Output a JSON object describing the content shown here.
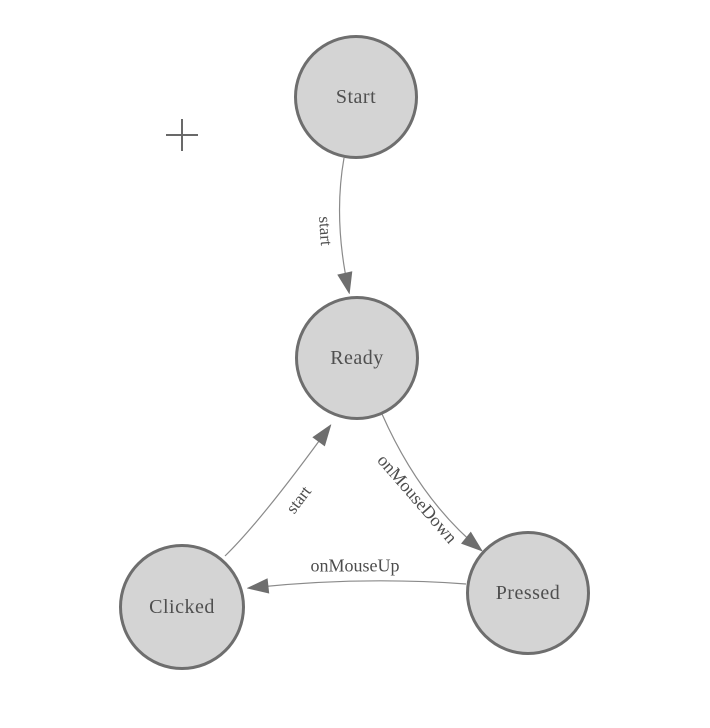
{
  "diagram": {
    "nodes": [
      {
        "id": "start",
        "label": "Start"
      },
      {
        "id": "ready",
        "label": "Ready"
      },
      {
        "id": "clicked",
        "label": "Clicked"
      },
      {
        "id": "pressed",
        "label": "Pressed"
      }
    ],
    "edges": [
      {
        "from": "Start",
        "to": "Ready",
        "label": "start"
      },
      {
        "from": "Clicked",
        "to": "Ready",
        "label": "start"
      },
      {
        "from": "Ready",
        "to": "Pressed",
        "label": "onMouseDown"
      },
      {
        "from": "Pressed",
        "to": "Clicked",
        "label": "onMouseUp"
      }
    ],
    "colors": {
      "background": "#ffffff",
      "node_fill": "#d4d4d4",
      "node_border": "#6e6e6e",
      "edge_line": "#8a8a8a",
      "arrowhead": "#6e6e6e",
      "text": "#4d4d4d",
      "crosshair": "#696969"
    }
  }
}
